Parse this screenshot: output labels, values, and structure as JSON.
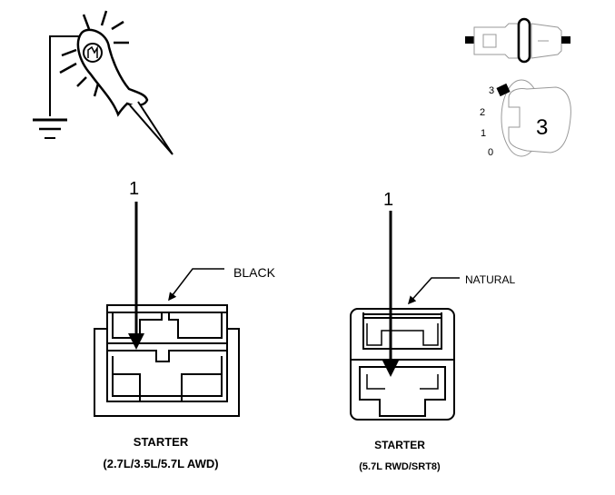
{
  "test_light": {
    "icon": "test-light-probe-icon",
    "ground_icon": "ground-symbol-icon"
  },
  "connector_icon": "disconnect-connector-icon",
  "ignition": {
    "icon": "ignition-key-icon",
    "positions": [
      "3",
      "2",
      "1",
      "0"
    ],
    "key_label": "3"
  },
  "left_connector": {
    "pin_label": "1",
    "color_label": "BLACK",
    "title": "STARTER",
    "subtitle": "(2.7L/3.5L/5.7L AWD)"
  },
  "right_connector": {
    "pin_label": "1",
    "color_label": "NATURAL",
    "title": "STARTER",
    "subtitle": "(5.7L RWD/SRT8)"
  }
}
